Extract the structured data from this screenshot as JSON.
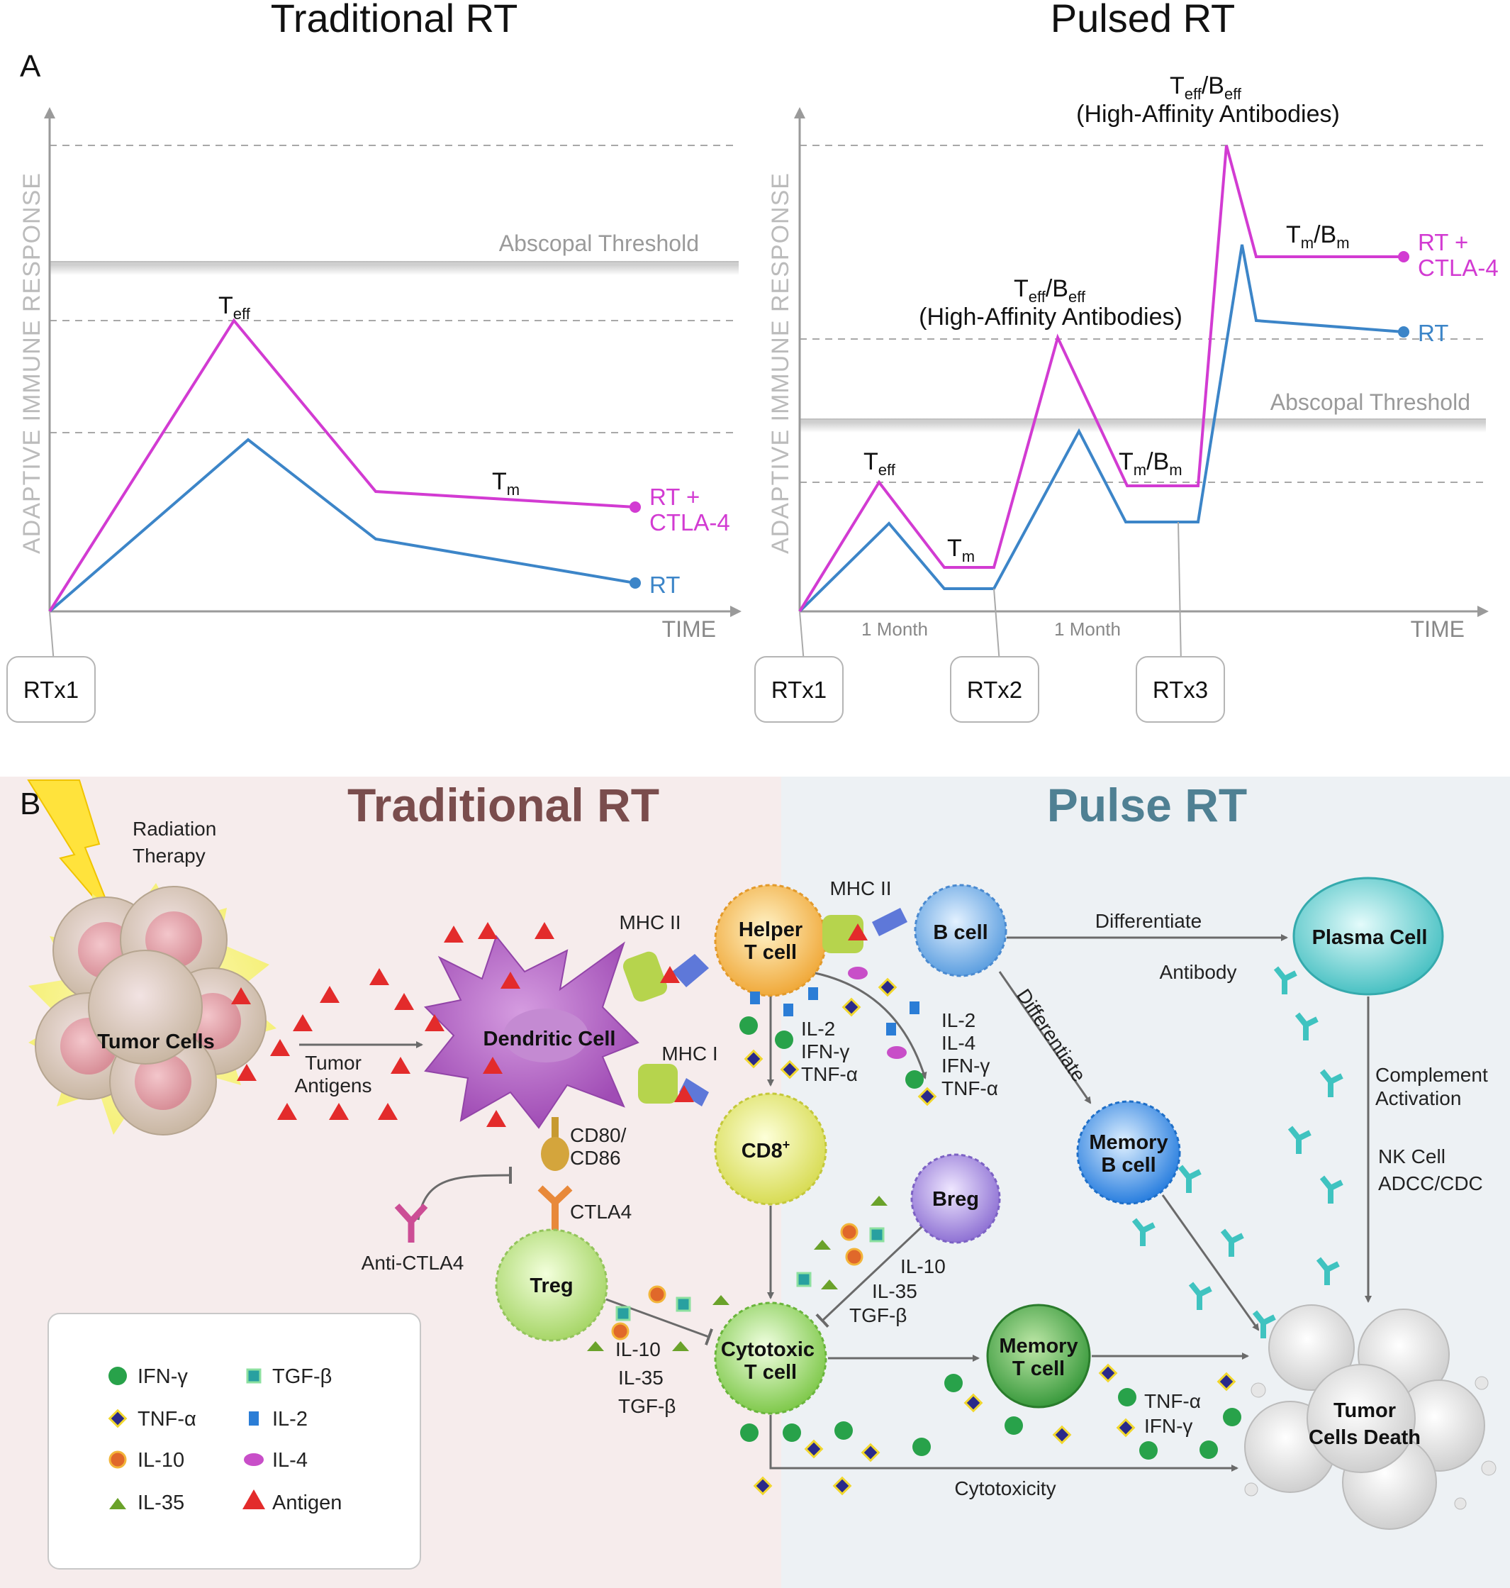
{
  "panel_a": {
    "label": "A",
    "left_title": "Traditional RT",
    "right_title": "Pulsed RT",
    "y_axis_label": "ADAPTIVE IMMUNE RESPONSE",
    "x_axis_label": "TIME",
    "threshold_label": "Abscopal Threshold",
    "series_labels": {
      "rt_ctla4_line1": "RT +",
      "rt_ctla4_line2": "CTLA-4",
      "rt": "RT"
    },
    "colors": {
      "rt_ctla4": "#d23bd2",
      "rt": "#3c85c8",
      "axis": "#9a9a9a"
    },
    "left_annotations": {
      "teff_main": "T",
      "teff_sub": "eff",
      "tm_main": "T",
      "tm_sub": "m"
    },
    "right_annotations": {
      "teff_main": "T",
      "teff_sub": "eff",
      "tm_main": "T",
      "tm_sub": "m",
      "tb_eff_t": "T",
      "tb_eff_tsub": "eff",
      "tb_eff_b": "/B",
      "tb_eff_bsub": "eff",
      "high_affinity": "(High-Affinity Antibodies)",
      "tb_m_t": "T",
      "tb_m_tsub": "m",
      "tb_m_b": "/B",
      "tb_m_bsub": "m"
    },
    "interval_label": "1 Month",
    "rt_boxes": {
      "rtx1": "RTx1",
      "rtx2": "RTx2",
      "rtx3": "RTx3"
    }
  },
  "panel_b": {
    "label": "B",
    "left_title": "Traditional RT",
    "right_title": "Pulse RT",
    "colors": {
      "left_bg": "#f6ecec",
      "right_bg": "#edf1f4"
    },
    "texts": {
      "radiation_l1": "Radiation",
      "radiation_l2": "Therapy",
      "tumor_cells": "Tumor Cells",
      "tumor_antigens_l1": "Tumor",
      "tumor_antigens_l2": "Antigens",
      "dendritic": "Dendritic Cell",
      "mhc2_left": "MHC II",
      "mhc2_right": "MHC II",
      "mhc1": "MHC I",
      "helper_l1": "Helper",
      "helper_l2": "T cell",
      "bcell": "B cell",
      "differentiate_h": "Differentiate",
      "differentiate_d": "Differentiate",
      "plasma": "Plasma Cell",
      "antibody": "Antibody",
      "il2_a": "IL-2",
      "ifn_a": "IFN-γ",
      "tnf_a": "TNF-α",
      "il2_b": "IL-2",
      "il4_b": "IL-4",
      "ifn_b": "IFN-γ",
      "tnf_b": "TNF-α",
      "cd80_l1": "CD80/",
      "cd80_l2": "CD86",
      "cd8_main": "CD8",
      "cd8_sup": "+",
      "ctla4": "CTLA4",
      "anti_ctla4": "Anti-CTLA4",
      "treg": "Treg",
      "breg": "Breg",
      "il10_a": "IL-10",
      "il35_a": "IL-35",
      "tgfb_a": "TGF-β",
      "il10_b": "IL-10",
      "il35_b": "IL-35",
      "tgfb_b": "TGF-β",
      "cyto_l1": "Cytotoxic",
      "cyto_l2": "T cell",
      "memt_l1": "Memory",
      "memt_l2": "T cell",
      "memb_l1": "Memory",
      "memb_l2": "B cell",
      "complement_l1": "Complement",
      "complement_l2": "Activation",
      "nk_l1": "NK Cell",
      "nk_l2": "ADCC/CDC",
      "tnf_c": "TNF-α",
      "ifn_c": "IFN-γ",
      "tumor_death_l1": "Tumor",
      "tumor_death_l2": "Cells Death",
      "cytotoxicity": "Cytotoxicity"
    },
    "legend": {
      "ifng": "IFN-γ",
      "tnfa": "TNF-α",
      "il10": "IL-10",
      "il35": "IL-35",
      "tgfb": "TGF-β",
      "il2": "IL-2",
      "il4": "IL-4",
      "antigen": "Antigen"
    }
  }
}
